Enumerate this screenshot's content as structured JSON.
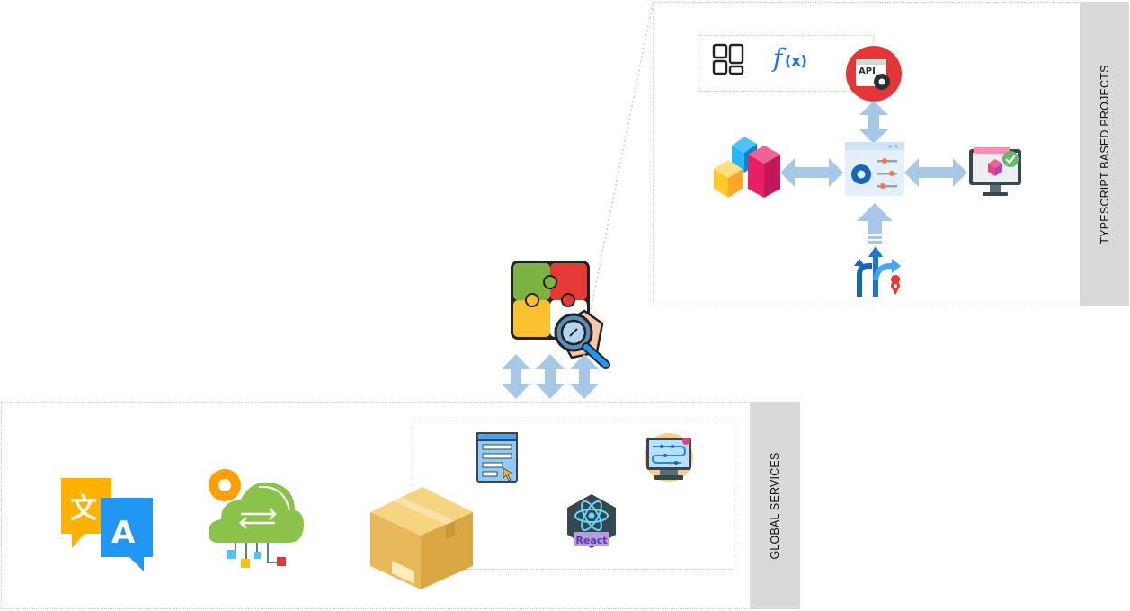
{
  "labels": {
    "typescript_projects": "TYPESCRIPT BASED PROJECTS",
    "global_services": "GLOBAL SERVICES"
  },
  "icons": {
    "widgets": "layout-widgets-icon",
    "function": "function-fx-icon",
    "fx_text": "f(x)",
    "api_settings": "api-settings-icon",
    "api_text": "API",
    "blocks": "colored-blocks-icon",
    "config_panel": "settings-panel-icon",
    "monitor_3d": "monitor-3d-icon",
    "routing": "routing-arrows-icon",
    "puzzle": "puzzle-search-icon",
    "translate": "translate-icon",
    "translate_a": "A",
    "translate_zh": "文",
    "cloud": "cloud-sync-icon",
    "package": "package-box-icon",
    "form": "web-form-icon",
    "workflow": "workflow-monitor-icon",
    "react": "react-icon",
    "react_text": "React"
  },
  "colors": {
    "arrow": "#a7c7e7",
    "label_bar": "#d9d9d9",
    "dotted": "#c9c9c9"
  }
}
